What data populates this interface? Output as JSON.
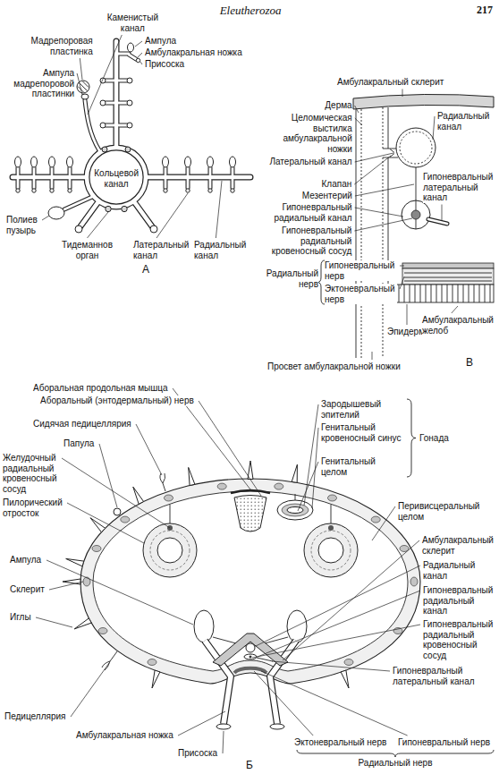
{
  "diagram": {
    "labels": [
      "Eleutherozoa",
      "217",
      "Мадрепоровая пластинка",
      "Каменистый канал",
      "Ампула",
      "Амбулакральная ножка",
      "Присоска",
      "Ампула мадрепоровой пластинки",
      "Кольцевой канал",
      "Полиев пузырь",
      "Тидеманнов орган",
      "Латеральный канал",
      "Радиальный канал",
      "А",
      "Амбулакральный склерит",
      "Радиальный канал",
      "Дерма",
      "Гипоневральный латеральный канал",
      "Целомическая выстилка амбулакральной ножки",
      "Латеральный канал",
      "Клапан",
      "Мезентерий",
      "Гипоневральный радиальный канал",
      "Гипоневральный радиальный кровеносный сосуд",
      "Радиальный нерв",
      "Гипоневральный нерв",
      "Эктоневральный нерв",
      "Эпидермис",
      "Амбулакральный желоб",
      "Просвет амбулакральной ножки",
      "В",
      "Аборальная продольная мышца",
      "Аборальный (энтодермальный) нерв",
      "Сидячая педицеллярия",
      "Папула",
      "Желудочный радиальный кровеносный сосуд",
      "Пилорический отросток",
      "Ампула",
      "Склерит",
      "Иглы",
      "Педицеллярия",
      "Амбулакральная ножка",
      "Присоска",
      "Б",
      "Зародышевый эпителий",
      "Генитальный кровеносный синус",
      "Генитальный целом",
      "Гонада",
      "Перивисцеральный целом",
      "Амбулакральный склерит",
      "Радиальный канал",
      "Гипоневральный радиальный канал",
      "Гипоневральный радиальный кровеносный сосуд",
      "Гипоневральный латеральный канал",
      "Эктоневральный нерв",
      "Гипоневральный нерв",
      "Радиальный нерв"
    ]
  }
}
